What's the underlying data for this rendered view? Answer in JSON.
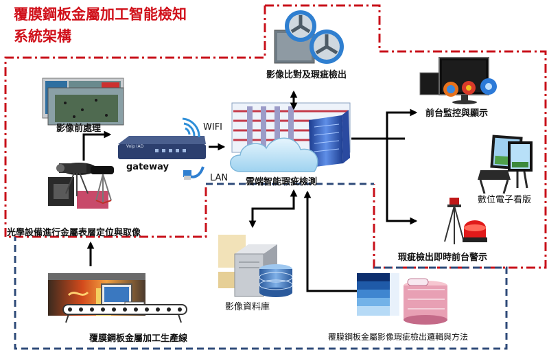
{
  "title": {
    "line1": "覆膜鋼板金屬加工智能檢知",
    "line2": "系統架構"
  },
  "labels": {
    "image_compare": "影像比對及瑕疵檢出",
    "preprocess": "影像前處理",
    "gateway": "gateway",
    "wifi": "WIFI",
    "lan": "LAN",
    "cloud": "雲端智能瑕疵檢測",
    "optical": "光學設備進行金屬表層定位與取像",
    "frontend": "前台監控與顯示",
    "signage": "數位電子看版",
    "alarm": "瑕疵檢出即時前台警示",
    "database": "影像資料庫",
    "production": "覆膜鋼板金屬加工生產線",
    "logic": "覆膜鋼板金屬影像瑕疵檢出邏輯與方法"
  },
  "device_text": {
    "router_brand": "Voip IAD"
  },
  "colors": {
    "title_red": "#d0101a",
    "red_dash": "#c8101a",
    "blue_dash": "#2e4a78",
    "arrow": "#000000",
    "cloud": "#bfe3f7",
    "lan_cable": "#2f7fd0",
    "wifi": "#2f8fd8"
  }
}
